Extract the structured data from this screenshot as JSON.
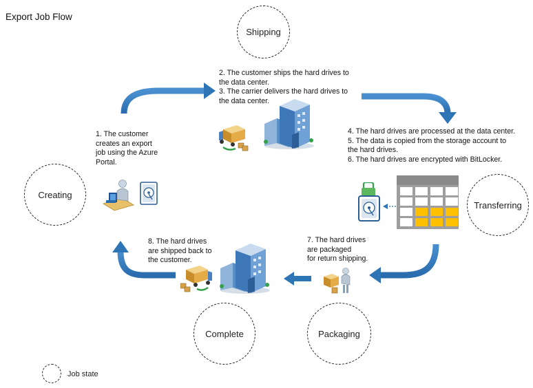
{
  "title": "Export Job Flow",
  "states": {
    "shipping": "Shipping",
    "creating": "Creating",
    "transferring": "Transferring",
    "complete": "Complete",
    "packaging": "Packaging"
  },
  "steps": {
    "s1": [
      "1. The customer",
      "creates an export",
      "job using the Azure",
      "Portal."
    ],
    "s23": [
      "2. The customer ships the hard drives to",
      "the data center.",
      "3. The carrier delivers the hard drives to",
      "the data center."
    ],
    "s456": [
      "4. The hard drives are processed at the data center.",
      "5. The data is copied from the storage account to",
      "the hard drives.",
      "6. The hard drives are encrypted with BitLocker."
    ],
    "s7": [
      "7. The hard drives",
      "are packaged",
      "for return shipping."
    ],
    "s8": [
      "8. The hard drives",
      "are shipped back to",
      "the customer."
    ]
  },
  "legend": {
    "label": "Job state"
  },
  "colors": {
    "arrow": "#2e75b6",
    "arrow_dark": "#1f5a94",
    "table_yellow": "#ffc000",
    "table_grey": "#9e9e9e",
    "dashed": "#222222"
  },
  "icons": [
    "customer-portal-icon",
    "hard-drive-icon",
    "delivery-truck-icon",
    "datacenter-building-icon",
    "encrypted-drive-icon",
    "storage-table-icon",
    "packaging-worker-icon"
  ]
}
